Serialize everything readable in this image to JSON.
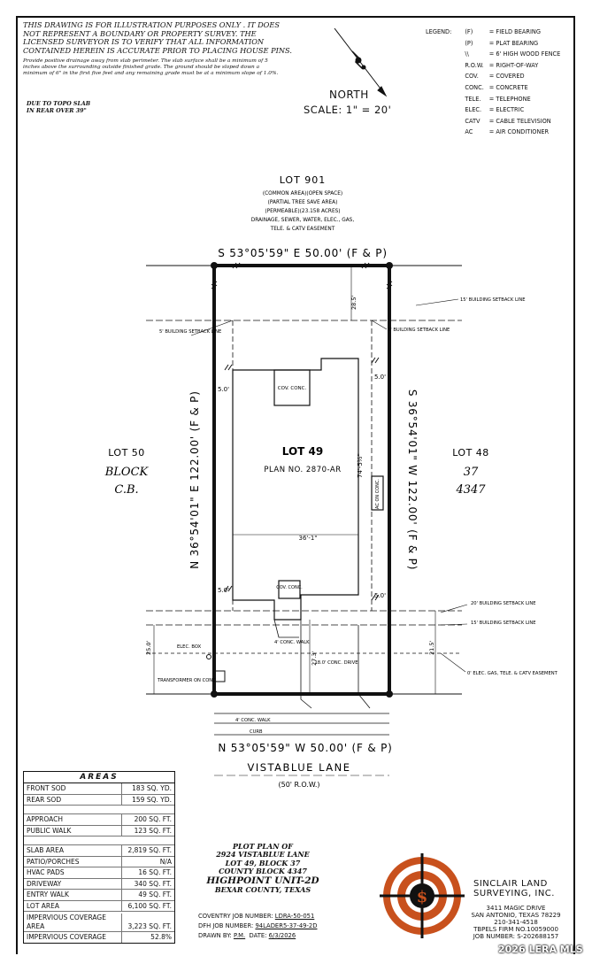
{
  "disclaimer": {
    "line1": "THIS DRAWING IS FOR ILLUSTRATION PURPOSES ONLY . IT DOES",
    "line2": "NOT REPRESENT A BOUNDARY OR PROPERTY SURVEY. THE",
    "line3": "LICENSED SURVEYOR IS TO VERIFY THAT ALL INFORMATION",
    "line4": "CONTAINED HEREIN IS ACCURATE PRIOR TO PLACING HOUSE PINS.",
    "drainage": "Provide positive drainage away from slab perimeter. The slab surface shall be a minimum of 5 inches above the surrounding outside finished grade. The ground should be sloped down a minimum of 6\" in the first five feet and any remaining grade must be at a minimum slope of 1.0%.",
    "topo_line1": "DUE TO TOPO SLAB",
    "topo_line2": "IN REAR OVER 39\""
  },
  "north": {
    "label": "NORTH",
    "scale": "SCALE: 1\" = 20'"
  },
  "legend": {
    "title": "LEGEND:",
    "items": [
      {
        "key": "(F)",
        "value": "= FIELD BEARING"
      },
      {
        "key": "(P)",
        "value": "= PLAT BEARING"
      },
      {
        "key": "\\\\",
        "value": "= 6' HIGH WOOD FENCE"
      },
      {
        "key": "R.O.W.",
        "value": "= RIGHT-OF-WAY"
      },
      {
        "key": "COV.",
        "value": "= COVERED"
      },
      {
        "key": "CONC.",
        "value": "= CONCRETE"
      },
      {
        "key": "TELE.",
        "value": "= TELEPHONE"
      },
      {
        "key": "ELEC.",
        "value": "= ELECTRIC"
      },
      {
        "key": "CATV",
        "value": "= CABLE TELEVISION"
      },
      {
        "key": "AC",
        "value": "= AIR CONDITIONER"
      }
    ]
  },
  "lot901": {
    "title": "LOT 901",
    "line1": "(COMMON AREA)(OPEN SPACE)",
    "line2": "(PARTIAL TREE SAVE AREA)",
    "line3": "(PERMEABLE)(23.158 ACRES)",
    "line4": "DRAINAGE, SEWER, WATER, ELEC., GAS,",
    "line5": "TELE. & CATV EASEMENT"
  },
  "bearings": {
    "top": "S 53°05'59\" E 50.00' (F & P)",
    "bottom": "N 53°05'59\" W 50.00' (F & P)",
    "left": "N 36°54'01\" E 122.00' (F & P)",
    "right": "S 36°54'01\" W 122.00' (F & P)"
  },
  "neighbors": {
    "left_lot": "LOT 50",
    "left_block": "BLOCK",
    "left_cb": "C.B.",
    "right_lot": "LOT 48",
    "right_block": "37",
    "right_cb": "4347"
  },
  "lot": {
    "title": "LOT 49",
    "plan": "PLAN NO. 2870-AR"
  },
  "dims": {
    "rear_setback_dist": "28.5'",
    "house_depth": "74'-5½\"",
    "house_width": "36'-1\"",
    "side_left_top": "5.0'",
    "side_right_top": "5.0'",
    "side_left_bottom": "5.0'",
    "side_right_bottom": "5.0'",
    "front_setback_dist": "21.5'",
    "left_front_dist": "25.0'",
    "drive_dist": "27.3'"
  },
  "labels": {
    "rear_setback_15": "15' BUILDING SETBACK LINE",
    "side_setback_left": "5' BUILDING SETBACK LINE",
    "side_setback_right": "5' BUILDING SETBACK LINE",
    "front_setback_20": "20' BUILDING SETBACK LINE",
    "front_setback_15": "15' BUILDING SETBACK LINE",
    "easement": "0' ELEC. GAS, TELE. & CATV EASEMENT",
    "cov_conc_rear": "COV. CONC.",
    "cov_conc_front": "COV. CONC.",
    "ac": "AC ON CONC.",
    "conc_walk_4": "4' CONC. WALK",
    "drive": "18.0' CONC. DRIVE",
    "sidewalk": "4' CONC. WALK",
    "curb": "CURB",
    "box": "ELEC. BOX",
    "transformer": "TRANSFORMER ON CONC."
  },
  "street": {
    "name": "VISTABLUE LANE",
    "row": "(50' R.O.W.)"
  },
  "areas": {
    "title": "AREAS",
    "rows": [
      {
        "k": "FRONT SOD",
        "v": "183 SQ. YD."
      },
      {
        "k": "REAR SOD",
        "v": "159 SQ. YD."
      },
      {
        "gap": true
      },
      {
        "k": "APPROACH",
        "v": "200 SQ. FT."
      },
      {
        "k": "PUBLIC WALK",
        "v": "123 SQ. FT."
      },
      {
        "gap": true
      },
      {
        "k": "SLAB AREA",
        "v": "2,819 SQ. FT."
      },
      {
        "k": "PATIO/PORCHES",
        "v": "N/A"
      },
      {
        "k": "HVAC PADS",
        "v": "16 SQ. FT."
      },
      {
        "k": "DRIVEWAY",
        "v": "340 SQ. FT."
      },
      {
        "k": "ENTRY WALK",
        "v": "49 SQ. FT."
      },
      {
        "k": "LOT AREA",
        "v": "6,100 SQ. FT."
      },
      {
        "k": "IMPERVIOUS COVERAGE AREA",
        "v": "3,223 SQ. FT.",
        "tall": true
      },
      {
        "k": "IMPERVIOUS COVERAGE",
        "v": "52.8%"
      }
    ]
  },
  "title_block": {
    "line1": "PLOT PLAN OF",
    "line2": "2924 VISTABLUE LANE",
    "line3": "LOT 49, BLOCK 37",
    "line4": "COUNTY BLOCK 4347",
    "line5": "HIGHPOINT UNIT-2D",
    "line6": "BEXAR COUNTY, TEXAS"
  },
  "job": {
    "coventry_label": "COVENTRY JOB NUMBER:",
    "coventry_value": "LDRA-50-051",
    "dfh_label": "DFH JOB NUMBER:",
    "dfh_value": "94LADER5-37-49-2D",
    "drawn_label": "DRAWN BY:",
    "drawn_value": "P.M.",
    "date_label": "DATE:",
    "date_value": "6/3/2026"
  },
  "company": {
    "name1": "SINCLAIR LAND",
    "name2": "SURVEYING, INC.",
    "addr1": "3411 MAGIC DRIVE",
    "addr2": "SAN ANTONIO, TEXAS 78229",
    "phone": "210-341-4518",
    "firm": "TBPELS FIRM NO.10059000",
    "job": "JOB NUMBER: S-202688157"
  },
  "watermark": "2026 LERA MLS"
}
